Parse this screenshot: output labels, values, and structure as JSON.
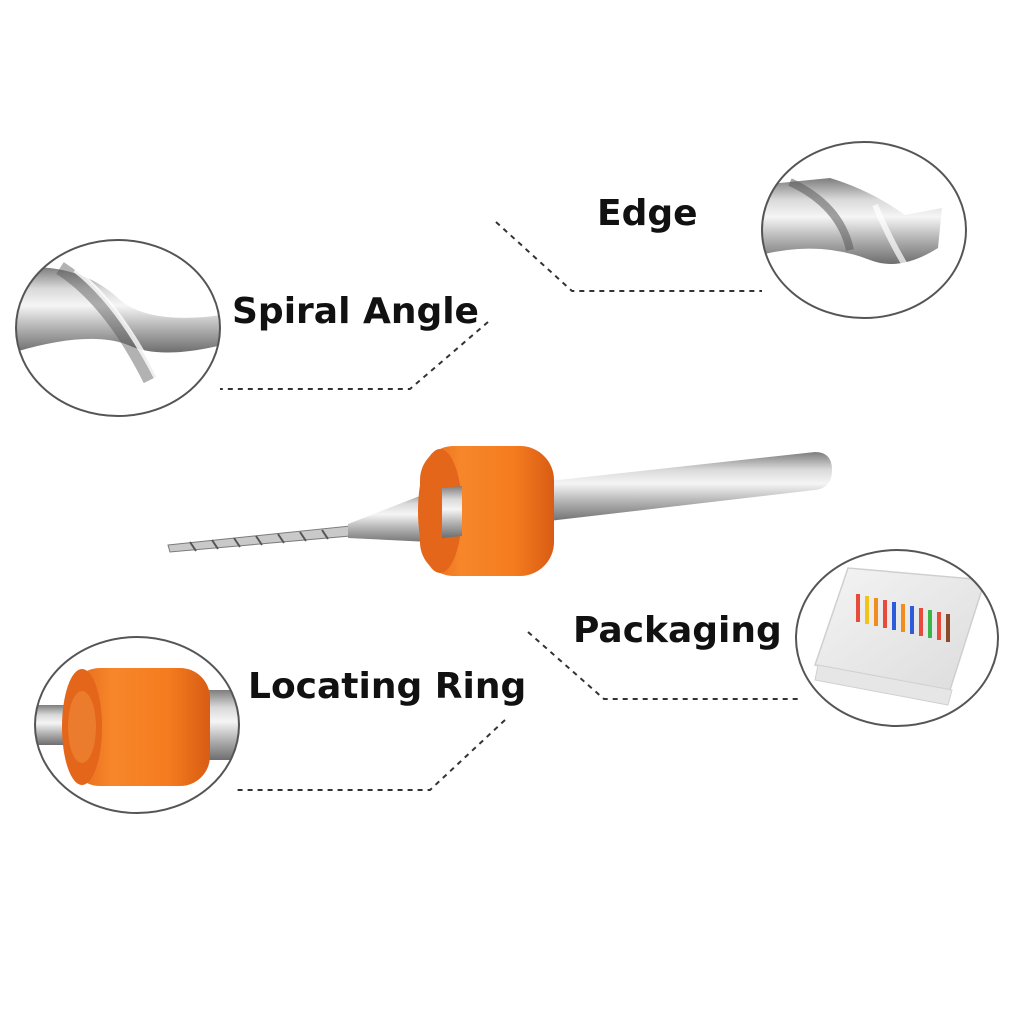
{
  "labels": {
    "edge": "Edge",
    "spiral_angle": "Spiral Angle",
    "packaging": "Packaging",
    "locating_ring": "Locating Ring"
  },
  "colors": {
    "ring_orange": "#f57c1f",
    "metal_light": "#e8e8e8",
    "metal_dark": "#8a8a8a",
    "callout_border": "#555555",
    "leader_line": "#333333"
  },
  "icons": {
    "drill_bit": "drill-bit-illustration",
    "edge_detail": "drill-edge-closeup",
    "spiral_detail": "drill-spiral-closeup",
    "ring_detail": "locating-ring-closeup",
    "packaging_detail": "packaging-box-closeup"
  }
}
